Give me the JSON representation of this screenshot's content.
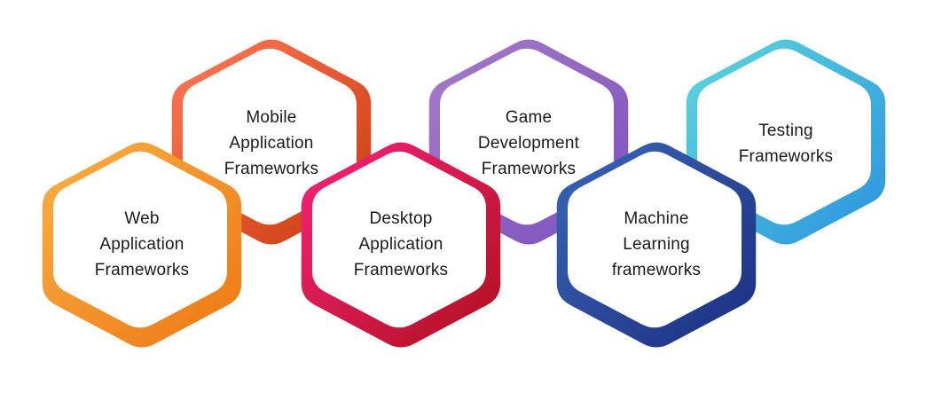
{
  "hexagons": [
    {
      "id": "mobile-application",
      "lines": [
        "Mobile",
        "Application",
        "Frameworks"
      ],
      "color_start": "#ff7a59",
      "color_end": "#c9380c"
    },
    {
      "id": "game-development",
      "lines": [
        "Game",
        "Development",
        "Frameworks"
      ],
      "color_start": "#a77cc7",
      "color_end": "#7b4fbe"
    },
    {
      "id": "testing",
      "lines": [
        "Testing",
        "Frameworks"
      ],
      "color_start": "#5fd6dd",
      "color_end": "#2a93de"
    },
    {
      "id": "web-application",
      "lines": [
        "Web",
        "Application",
        "Frameworks"
      ],
      "color_start": "#f8b046",
      "color_end": "#ee7712"
    },
    {
      "id": "desktop-application",
      "lines": [
        "Desktop",
        "Application",
        "Frameworks"
      ],
      "color_start": "#f5237a",
      "color_end": "#b0101e"
    },
    {
      "id": "machine-learning",
      "lines": [
        "Machine",
        "Learning",
        "frameworks"
      ],
      "color_start": "#3a66b6",
      "color_end": "#1c2e80"
    }
  ]
}
